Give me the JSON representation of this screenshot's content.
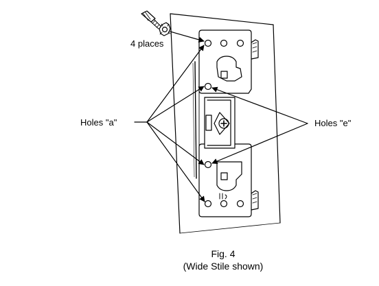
{
  "labels": {
    "places": "4 places",
    "holes_a": "Holes \"a\"",
    "holes_e": "Holes \"e\""
  },
  "caption": {
    "figure": "Fig. 4",
    "note": "(Wide Stile shown)"
  }
}
